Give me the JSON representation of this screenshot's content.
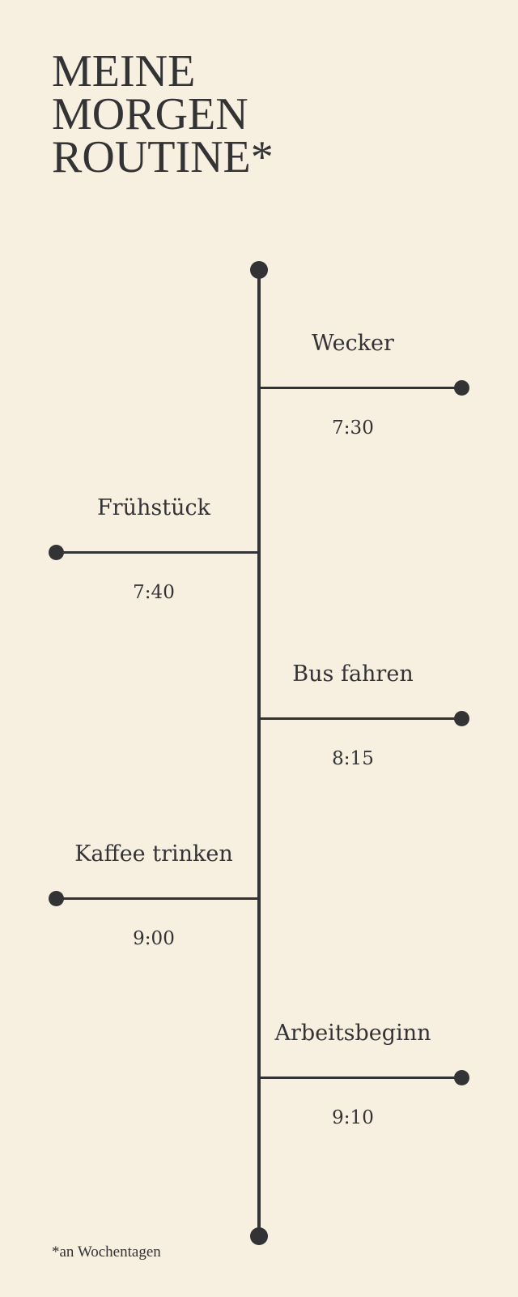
{
  "title": {
    "line1": "MEINE",
    "line2": "MORGEN",
    "line3": "ROUTINE*"
  },
  "colors": {
    "background": "#f7efdf",
    "ink": "#333336"
  },
  "events": [
    {
      "label": "Wecker",
      "time": "7:30",
      "side": "right"
    },
    {
      "label": "Frühstück",
      "time": "7:40",
      "side": "left"
    },
    {
      "label": "Bus fahren",
      "time": "8:15",
      "side": "right"
    },
    {
      "label": "Kaffee trinken",
      "time": "9:00",
      "side": "left"
    },
    {
      "label": "Arbeitsbeginn",
      "time": "9:10",
      "side": "right"
    }
  ],
  "footnote": "*an Wochentagen"
}
